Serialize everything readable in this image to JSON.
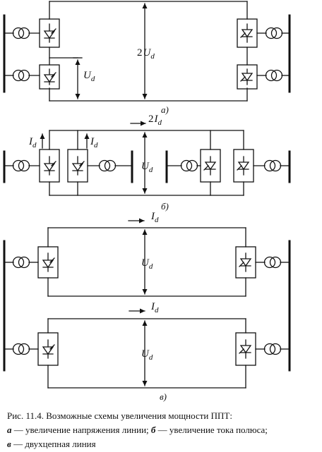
{
  "panels": {
    "a": {
      "label": "а)",
      "voltage_total": {
        "coef": "2",
        "sym": "U",
        "sub": "d"
      },
      "voltage_pole": {
        "sym": "U",
        "sub": "d"
      }
    },
    "b": {
      "label": "б)",
      "current_total": {
        "coef": "2",
        "sym": "I",
        "sub": "d"
      },
      "current_left": {
        "sym": "I",
        "sub": "d"
      },
      "current_right": {
        "sym": "I",
        "sub": "d"
      },
      "voltage": {
        "sym": "U",
        "sub": "d"
      }
    },
    "c": {
      "label": "в)",
      "circuit1_current": {
        "sym": "I",
        "sub": "d"
      },
      "circuit1_voltage": {
        "sym": "U",
        "sub": "d"
      },
      "circuit2_current": {
        "sym": "I",
        "sub": "d"
      },
      "circuit2_voltage": {
        "sym": "U",
        "sub": "d"
      }
    }
  },
  "caption": {
    "title": "Рис. 11.4. Возможные схемы увеличения мощности ППТ:",
    "items": [
      {
        "letter": "а",
        "text": " — увеличение напряжения линии; "
      },
      {
        "letter": "б",
        "text": " — увеличение тока полюса;"
      },
      {
        "letter": "в",
        "text": " — двухцепная линия"
      }
    ]
  }
}
